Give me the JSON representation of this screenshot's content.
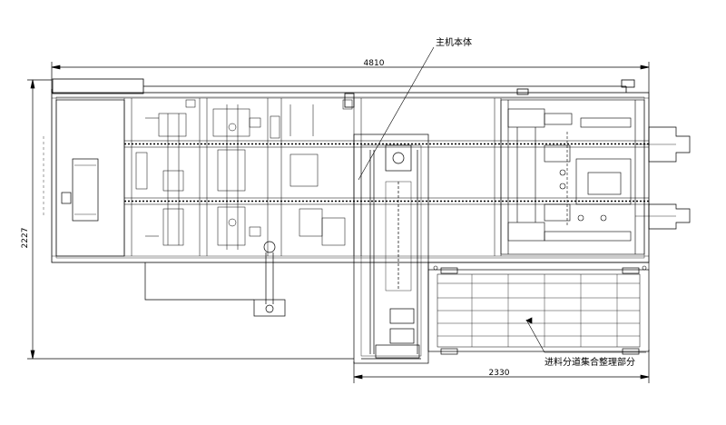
{
  "labels": {
    "main_body": "主机本体",
    "feeding_section": "进料分道集合整理部分"
  },
  "dimensions": {
    "overall_length": "4810",
    "overall_width": "2227",
    "feeding_length": "2330"
  },
  "colors": {
    "line": "#000000",
    "background": "#ffffff"
  }
}
